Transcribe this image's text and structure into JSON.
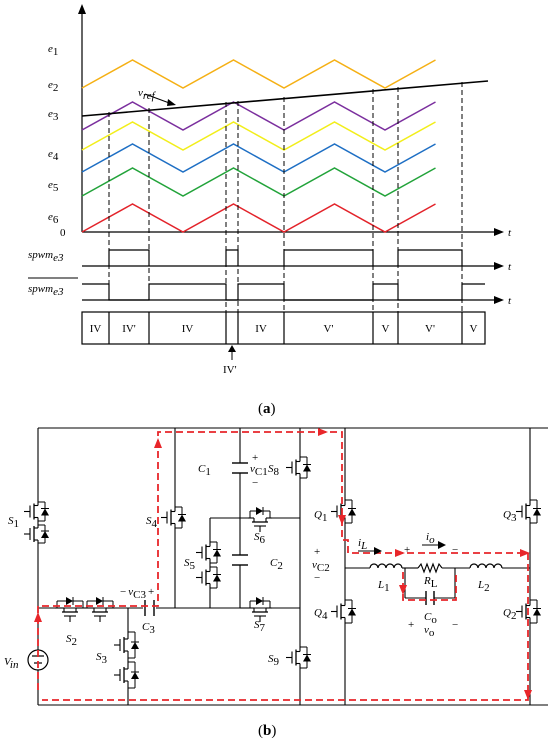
{
  "panel_a": {
    "caption_open": "(",
    "caption_letter": "a",
    "caption_close": ")",
    "carriers": [
      {
        "label": "e",
        "sub": "1",
        "color": "#f5b014"
      },
      {
        "label": "e",
        "sub": "2",
        "color": "#7b2f9e"
      },
      {
        "label": "e",
        "sub": "3",
        "color": "#f2ee1a"
      },
      {
        "label": "e",
        "sub": "4",
        "color": "#1e6fc4"
      },
      {
        "label": "e",
        "sub": "5",
        "color": "#22a33a"
      },
      {
        "label": "e",
        "sub": "6",
        "color": "#e3232a"
      }
    ],
    "zero_label": "0",
    "time_label": "t",
    "vref_label": "v",
    "vref_sub": "ref",
    "spwm_label": "spwm",
    "spwm_sub": "e3",
    "spwm_bar_label": "spwm",
    "spwm_bar_sub": "e3",
    "modes": [
      "IV",
      "IV'",
      "IV",
      "IV",
      "V'",
      "V",
      "V'",
      "V"
    ],
    "mode_arrow_label": "IV'"
  },
  "panel_b": {
    "caption_open": "(",
    "caption_letter": "b",
    "caption_close": ")",
    "switches": {
      "s1": "S",
      "s1_sub": "1",
      "s2": "S",
      "s2_sub": "2",
      "s3": "S",
      "s3_sub": "3",
      "s4": "S",
      "s4_sub": "4",
      "s5": "S",
      "s5_sub": "5",
      "s6": "S",
      "s6_sub": "6",
      "s7": "S",
      "s7_sub": "7",
      "s8": "S",
      "s8_sub": "8",
      "s9": "S",
      "s9_sub": "9",
      "q1": "Q",
      "q1_sub": "1",
      "q2": "Q",
      "q2_sub": "2",
      "q3": "Q",
      "q3_sub": "3",
      "q4": "Q",
      "q4_sub": "4"
    },
    "components": {
      "c1": "C",
      "c1_sub": "1",
      "c2": "C",
      "c2_sub": "2",
      "c3": "C",
      "c3_sub": "3",
      "co": "C",
      "co_sub": "o",
      "l1": "L",
      "l1_sub": "1",
      "l2": "L",
      "l2_sub": "2",
      "rl": "R",
      "rl_sub": "L",
      "vin": "V",
      "vin_sub": "in"
    },
    "voltages": {
      "vc1": "v",
      "vc1_sub": "C1",
      "vc2": "v",
      "vc2_sub": "C2",
      "vc3": "v",
      "vc3_sub": "C3",
      "vo": "v",
      "vo_sub": "o"
    },
    "currents": {
      "il": "i",
      "il_sub": "L",
      "io": "i",
      "io_sub": "o"
    },
    "plus": "+",
    "minus": "−"
  }
}
